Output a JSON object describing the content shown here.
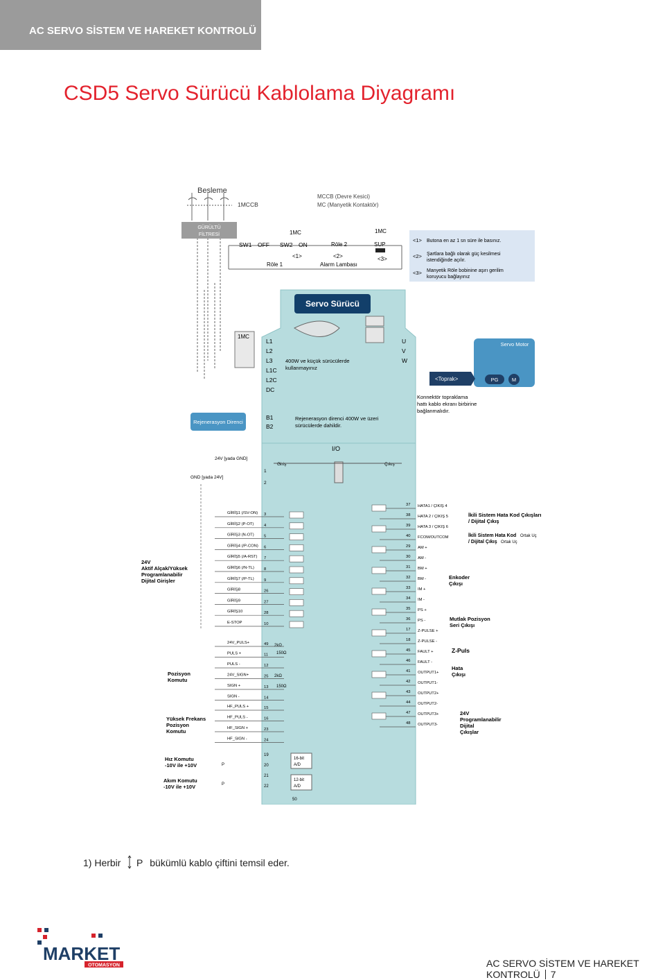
{
  "header": {
    "text": "AC SERVO SİSTEM VE HAREKET KONTROLÜ"
  },
  "title": "CSD5 Servo Sürücü Kablolama Diyagramı",
  "diagram": {
    "besleme": "Besleme",
    "mccb": "1MCCB",
    "legend_mccb": "MCCB (Devre Kesici)",
    "legend_mc": "MC (Manyetik Kontaktör)",
    "filter_line1": "GÜRÜLTÜ",
    "filter_line2": "FİLTRESİ",
    "sw1": "SW1",
    "off": "OFF",
    "sw2": "SW2",
    "on": "ON",
    "mc_label": "1MC",
    "role1": "Röle 1",
    "role2": "Röle 2",
    "sup": "SUP",
    "alarm": "Alarm Lambası",
    "mark1": "<1>",
    "mark2": "<2>",
    "mark3": "<3>",
    "notes": [
      {
        "mark": "<1>",
        "text": "Butona en az 1 sn süre ile basınız."
      },
      {
        "mark": "<2>",
        "text1": "Şartlara bağlı olarak güç kesilmesi",
        "text2": "istendiğinde açılır."
      },
      {
        "mark": "<3>",
        "text1": "Manyetik Röle bobinine aşırı gerilim",
        "text2": "koruyucu bağlayınız"
      }
    ],
    "servo_drive": "Servo Sürücü",
    "power_terms": [
      "L1",
      "L2",
      "L3",
      "L1C",
      "L2C",
      "DC"
    ],
    "uvw": [
      "U",
      "V",
      "W"
    ],
    "small_note1": "400W ve küçük sürücülerde",
    "small_note2": "kullanmayınız",
    "servo_motor": "Servo Motor",
    "toprak": "<Toprak>",
    "pg": "PG",
    "m": "M",
    "ground_note1": "Konnektör topraklama",
    "ground_note2": "hattı kablo ekranı birbirine",
    "ground_note3": "bağlanmalıdır.",
    "regen": "Rejenerasyon Direnci",
    "b1": "B1",
    "b2": "B2",
    "regen_note1": "Rejenerasyon direnci 400W ve üzeri",
    "regen_note2": "sürücülerde dahildir.",
    "io": "I/O",
    "v24": "24V [yada GND]",
    "gnd": "GND [yada 24V]",
    "giris": "Giriş",
    "cikis": "Çıkış",
    "pin1": "1",
    "pin2": "2",
    "inputs": [
      {
        "label": "GİRİŞ1 (/SV-ON)",
        "pin": "3"
      },
      {
        "label": "GİRİŞ2 (P-OT)",
        "pin": "4"
      },
      {
        "label": "GİRİŞ3 (N-OT)",
        "pin": "5"
      },
      {
        "label": "GİRİŞ4 (/P-CON)",
        "pin": "6"
      },
      {
        "label": "GİRİŞ5 (/A-RST)",
        "pin": "7"
      },
      {
        "label": "GİRİŞ6 (/N-TL)",
        "pin": "8"
      },
      {
        "label": "GİRİŞ7 (/P-TL)",
        "pin": "9"
      },
      {
        "label": "GİRİŞ8",
        "pin": "26"
      },
      {
        "label": "GİRİŞ9",
        "pin": "27"
      },
      {
        "label": "GİRİŞ10",
        "pin": "28"
      },
      {
        "label": "E-STOP",
        "pin": "10"
      }
    ],
    "in_group1": "24V",
    "in_group2": "Aktif Alçak/Yüksek",
    "in_group3": "Programlanabilir",
    "in_group4": "Dijital Girişler",
    "pulse_inputs": [
      {
        "label": "24V_PULS+",
        "pin": "49"
      },
      {
        "label": "PULS +",
        "pin": "11"
      },
      {
        "label": "PULS -",
        "pin": "12"
      },
      {
        "label": "24V_SIGN+",
        "pin": "25"
      },
      {
        "label": "SIGN +",
        "pin": "13"
      },
      {
        "label": "SIGN -",
        "pin": "14"
      }
    ],
    "pos_cmd1": "Pozisyon",
    "pos_cmd2": "Komutu",
    "hf_inputs": [
      {
        "label": "HF_PULS +",
        "pin": "15"
      },
      {
        "label": "HF_PULS -",
        "pin": "16"
      },
      {
        "label": "HF_SIGN +",
        "pin": "23"
      },
      {
        "label": "HF_SIGN -",
        "pin": "24"
      }
    ],
    "hf_cmd1": "Yüksek Frekans",
    "hf_cmd2": "Pozisyon",
    "hf_cmd3": "Komutu",
    "speed1": "Hız Komutu",
    "speed2": "-10V ile +10V",
    "torque1": "Akım Komutu",
    "torque2": "-10V ile +10V",
    "analog_pins": [
      "19",
      "20",
      "21",
      "22",
      "50"
    ],
    "ad16_1": "16-bit",
    "ad16_2": "A/D",
    "ad12_1": "12-bit",
    "ad12_2": "A/D",
    "r2k": "2kΩ",
    "r150": "150Ω",
    "outputs": [
      {
        "label": "HATA1 / ÇIKIŞ 4",
        "pin": "37"
      },
      {
        "label": "HATA 2 / ÇIKIŞ 5",
        "pin": "38"
      },
      {
        "label": "HATA 3 / ÇIKIŞ 6",
        "pin": "39"
      },
      {
        "label": "FCOM/OUTCOM",
        "pin": "40"
      },
      {
        "label": "AM +",
        "pin": "29"
      },
      {
        "label": "AM -",
        "pin": "30"
      },
      {
        "label": "BM +",
        "pin": "31"
      },
      {
        "label": "BM -",
        "pin": "32"
      },
      {
        "label": "IM +",
        "pin": "33"
      },
      {
        "label": "IM -",
        "pin": "34"
      },
      {
        "label": "PS +",
        "pin": "35"
      },
      {
        "label": "PS -",
        "pin": "36"
      },
      {
        "label": "Z-PULSE +",
        "pin": "17"
      },
      {
        "label": "Z-PULSE -",
        "pin": "18"
      },
      {
        "label": "FAULT +",
        "pin": "45"
      },
      {
        "label": "FAULT -",
        "pin": "46"
      },
      {
        "label": "OUTPUT1+",
        "pin": "41"
      },
      {
        "label": "OUTPUT1-",
        "pin": "42"
      },
      {
        "label": "OUTPUT2+",
        "pin": "43"
      },
      {
        "label": "OUTPUT2-",
        "pin": "44"
      },
      {
        "label": "OUTPUT3+",
        "pin": "47"
      },
      {
        "label": "OUTPUT3-",
        "pin": "48"
      }
    ],
    "err_out1": "İkili Sistem Hata Kod Çıkışları",
    "err_out2": "/ Dijital Çıkış",
    "err_com1": "İkili Sistem Hata Kod",
    "err_com_small": "Ortak Uç",
    "err_com2": "/ Dijital Çıkış",
    "encoder1": "Enkoder",
    "encoder2": "Çıkışı",
    "abs1": "Mutlak Pozisyon",
    "abs2": "Seri Çıkışı",
    "zpuls": "Z-Puls",
    "fault1": "Hata",
    "fault2": "Çıkışı",
    "prog1": "24V",
    "prog2": "Programlanabilir",
    "prog3": "Dijital",
    "prog4": "Çıkışlar",
    "p": "P"
  },
  "footnote": {
    "prefix": "1) Herbir",
    "p": "P",
    "suffix": "bükümlü kablo çiftini temsil eder."
  },
  "logo": {
    "word": "MARKET",
    "sub": "OTOMASYON"
  },
  "footer": {
    "text": "AC SERVO SİSTEM VE HAREKET KONTROLÜ",
    "page": "7"
  }
}
